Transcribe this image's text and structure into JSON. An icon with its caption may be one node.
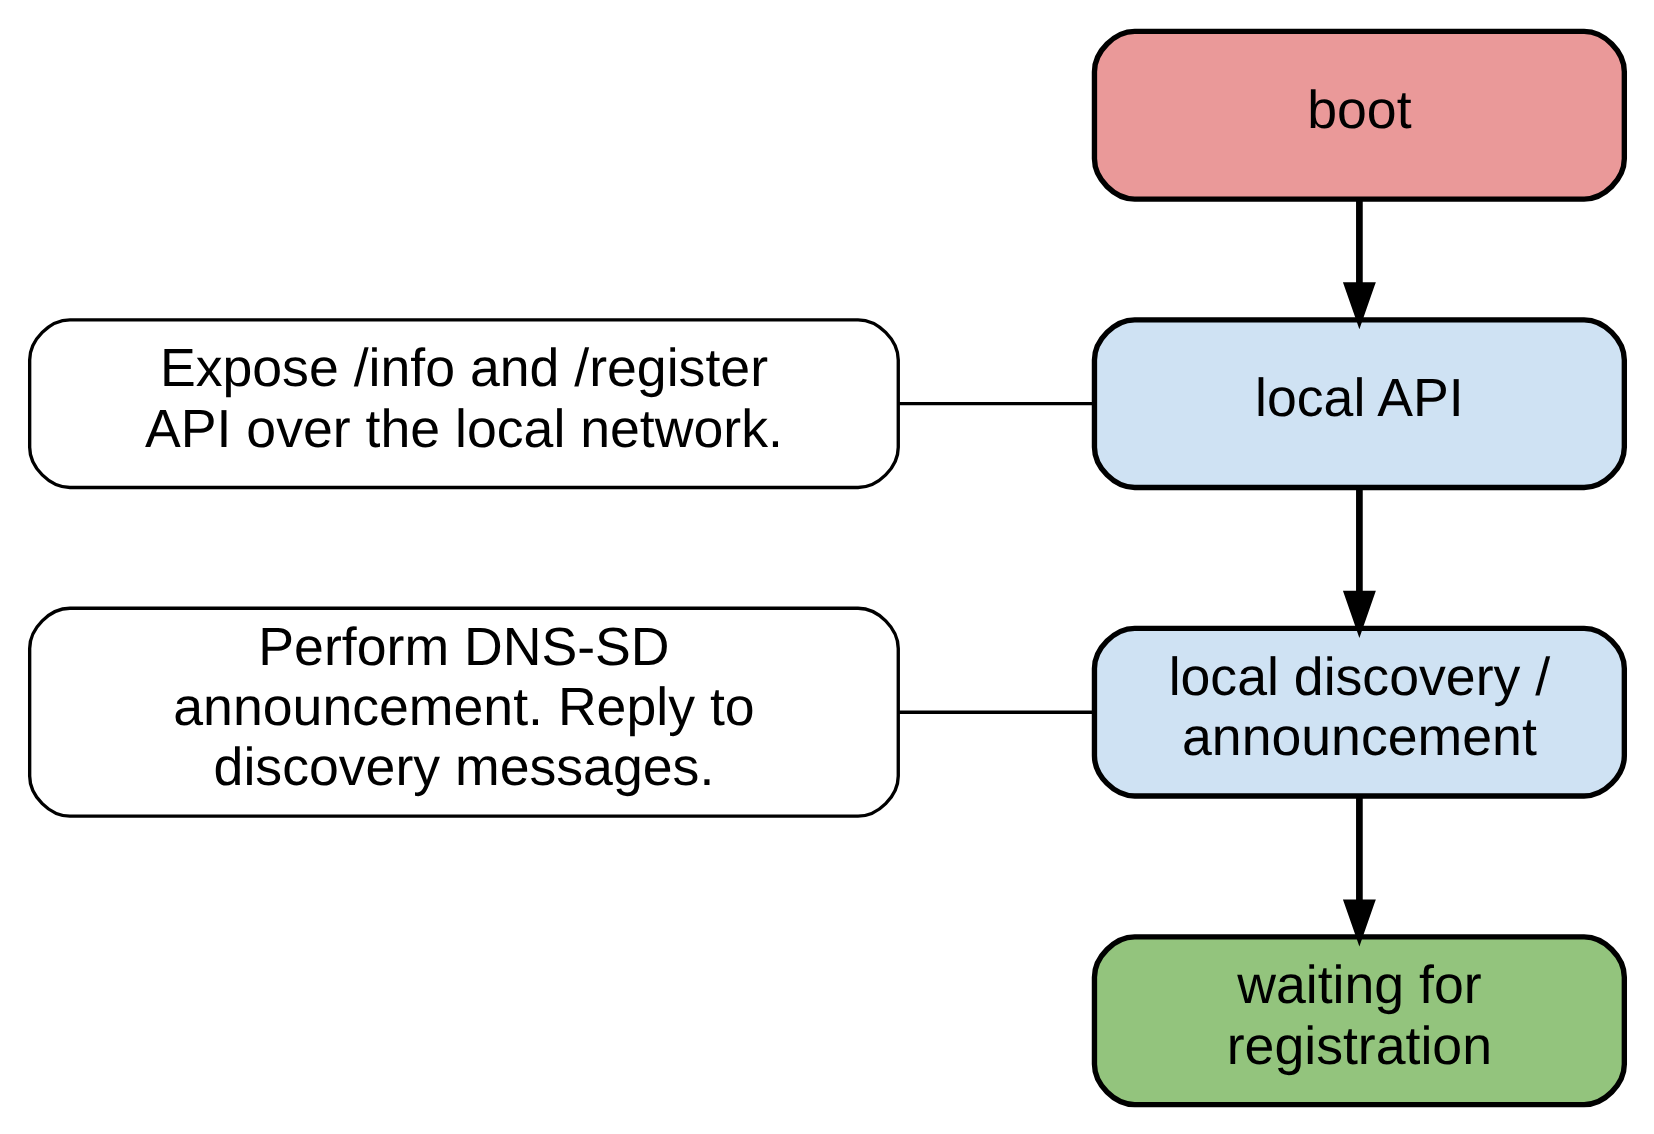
{
  "diagram": {
    "nodes": [
      {
        "text": [
          "boot"
        ]
      },
      {
        "text": [
          "local API"
        ]
      },
      {
        "text": [
          "local discovery / announcement"
        ]
      },
      {
        "text": [
          "waiting for registration"
        ]
      },
      {
        "text": [
          "Expose /info and /register API over the local network."
        ]
      },
      {
        "text": [
          "Perform DNS-SD announcement. Reply to discovery messages."
        ]
      }
    ],
    "edges": [
      {
        "from": 0,
        "to": 1,
        "arrow": "to"
      },
      {
        "from": 1,
        "to": 2,
        "arrow": "to"
      },
      {
        "from": 2,
        "to": 3,
        "arrow": "to"
      },
      {
        "from": 4,
        "to": 1,
        "arrow": "none"
      },
      {
        "from": 5,
        "to": 2,
        "arrow": "none"
      }
    ]
  }
}
